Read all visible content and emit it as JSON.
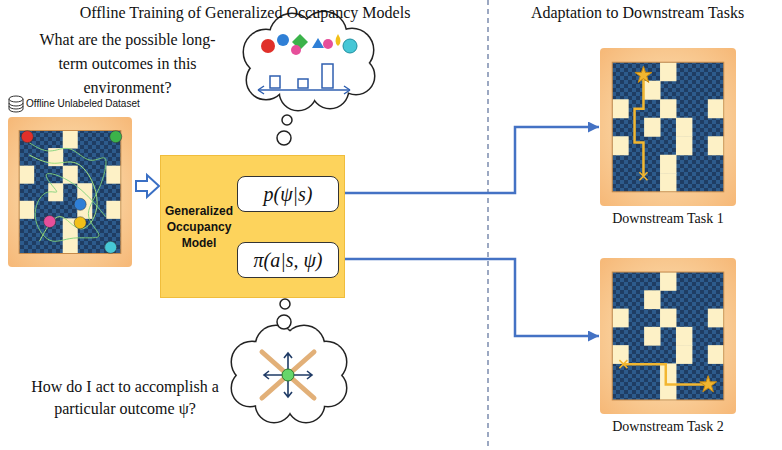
{
  "diagram": {
    "nodes": [
      {
        "text": [
          "Offline Unlabeled Dataset"
        ]
      },
      {
        "text": [
          "Generalized Occupancy Model"
        ]
      },
      {
        "text": [
          "p(ψ|s)"
        ],
        "in": 1
      },
      {
        "text": [
          "π(a|s, ψ)"
        ],
        "in": 1
      },
      {
        "text": [
          "Downstream Task 1"
        ]
      },
      {
        "text": [
          "Downstream Task 2"
        ]
      }
    ],
    "edges": [
      {
        "from": 0,
        "to": 1,
        "arrow": "to"
      },
      {
        "from": 1,
        "to": 4,
        "arrow": "to"
      },
      {
        "from": 1,
        "to": 5,
        "arrow": "to"
      }
    ],
    "labels": [
      "Offline Training of Generalized Occupancy Models",
      "Adaptation to Downstream Tasks",
      "What are the possible long-term outcomes in this environment?",
      "How do I act to accomplish a particular outcome ψ?"
    ]
  }
}
